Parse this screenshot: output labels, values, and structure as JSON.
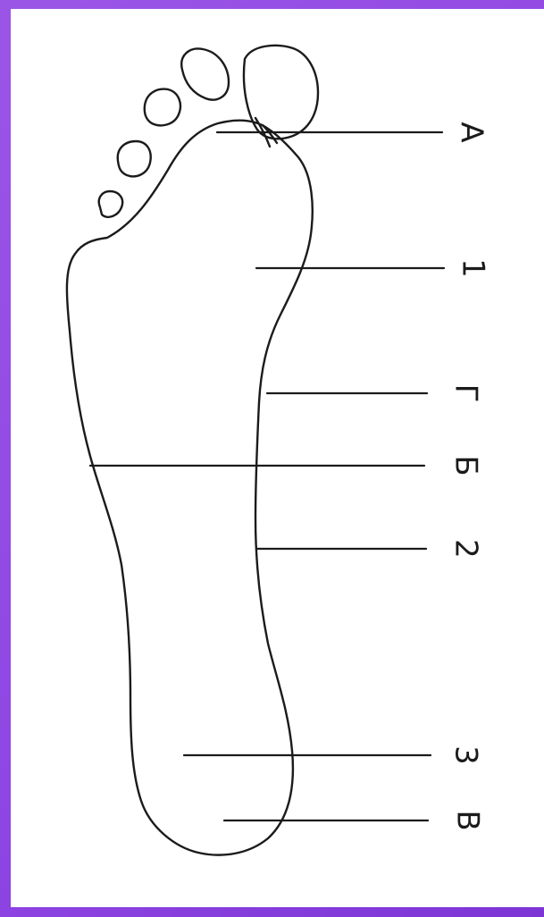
{
  "diagram": {
    "labels": [
      {
        "key": "A",
        "text": "А"
      },
      {
        "key": "1",
        "text": "1"
      },
      {
        "key": "G",
        "text": "Г"
      },
      {
        "key": "B_cyr",
        "text": "Б"
      },
      {
        "key": "2",
        "text": "2"
      },
      {
        "key": "3",
        "text": "3"
      },
      {
        "key": "V",
        "text": "В"
      }
    ]
  }
}
